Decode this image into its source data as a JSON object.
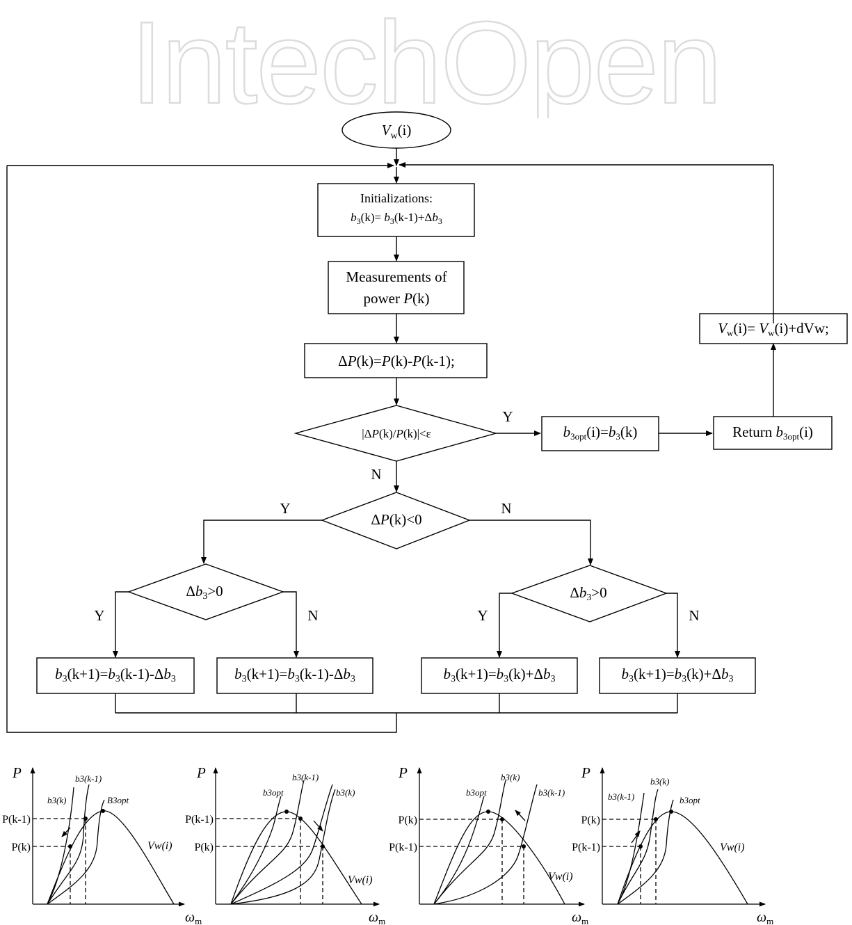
{
  "watermark": "IntechOpen",
  "flowchart": {
    "start": {
      "symbol": "V",
      "sub": "w",
      "rest": "(i)"
    },
    "init": {
      "line1": "Initializations:",
      "line2_parts": [
        "b",
        "3",
        "(k)= ",
        "b",
        "3",
        "(k-1)+Δ",
        "b",
        "3"
      ]
    },
    "measure": {
      "line1": "Measurements of",
      "line2_pre": "power ",
      "line2_var": "P",
      "line2_post": "(k)"
    },
    "deltaP": {
      "text_parts": [
        "Δ",
        "P",
        "(k)=",
        "P",
        "(k)-",
        "P",
        "(k-1);"
      ]
    },
    "decision1": {
      "text_parts": [
        "|Δ",
        "P",
        "(k)/",
        "P",
        "(k)|<ε"
      ]
    },
    "decision2": {
      "text_parts": [
        "Δ",
        "P",
        "(k)<0"
      ]
    },
    "decision3": {
      "text_parts": [
        "Δ",
        "b",
        "3",
        ">0"
      ]
    },
    "decision4": {
      "text_parts": [
        "Δ",
        "b",
        "3",
        ">0"
      ]
    },
    "b3opt_box": {
      "text_parts": [
        "b",
        "3opt",
        "(i)=",
        "b",
        "3",
        "(k)"
      ]
    },
    "return_box": {
      "text_parts": [
        "Return ",
        "b",
        "3opt",
        "(i)"
      ]
    },
    "vw_update": {
      "text_parts": [
        "V",
        "w",
        "(i)= ",
        "V",
        "w",
        "(i)+dVw;"
      ]
    },
    "out1": {
      "text_parts": [
        "b",
        "3",
        "(k+1)=",
        "b",
        "3",
        "(k-1)-Δ",
        "b",
        "3"
      ]
    },
    "out2": {
      "text_parts": [
        "b",
        "3",
        "(k+1)=",
        "b",
        "3",
        "(k-1)-Δ",
        "b",
        "3"
      ]
    },
    "out3": {
      "text_parts": [
        "b",
        "3",
        "(k+1)=",
        "b",
        "3",
        "(k)+Δ",
        "b",
        "3"
      ]
    },
    "out4": {
      "text_parts": [
        "b",
        "3",
        "(k+1)=",
        "b",
        "3",
        "(k)+Δ",
        "b",
        "3"
      ]
    },
    "labels": {
      "Y": "Y",
      "N": "N"
    }
  },
  "plots": [
    {
      "P": "P",
      "omega": "ω",
      "omega_sub": "m",
      "curve_labels": [
        "b3(k)",
        "b3(k-1)",
        "B3opt"
      ],
      "y_labels": [
        "P(k-1)",
        "P(k)"
      ],
      "vw": "Vw(i)"
    },
    {
      "P": "P",
      "omega": "ω",
      "omega_sub": "m",
      "curve_labels": [
        "b3opt",
        "b3(k-1)",
        "b3(k)"
      ],
      "y_labels": [
        "P(k-1)",
        "P(k)"
      ],
      "vw": "Vw(i)"
    },
    {
      "P": "P",
      "omega": "ω",
      "omega_sub": "m",
      "curve_labels": [
        "b3opt",
        "b3(k)",
        "b3(k-1)"
      ],
      "y_labels": [
        "P(k)",
        "P(k-1)"
      ],
      "vw": "Vw(i)"
    },
    {
      "P": "P",
      "omega": "ω",
      "omega_sub": "m",
      "curve_labels": [
        "b3(k-1)",
        "b3(k)",
        "b3opt"
      ],
      "y_labels": [
        "P(k)",
        "P(k-1)"
      ],
      "vw": "Vw(i)"
    }
  ]
}
